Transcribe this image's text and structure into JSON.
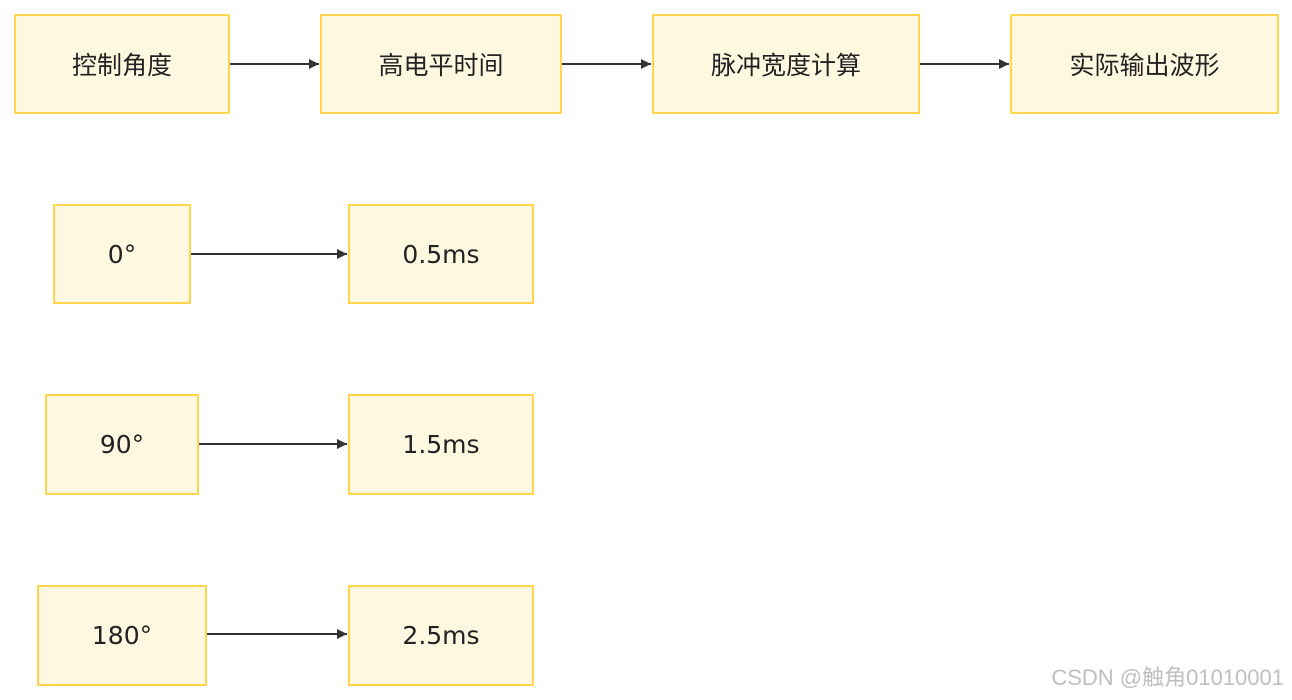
{
  "flow": {
    "nodes": {
      "angle": "控制角度",
      "high_time": "高电平时间",
      "pulse": "脉冲宽度计算",
      "output": "实际输出波形"
    }
  },
  "mappings": [
    {
      "angle": "0°",
      "pulse": "0.5ms"
    },
    {
      "angle": "90°",
      "pulse": "1.5ms"
    },
    {
      "angle": "180°",
      "pulse": "2.5ms"
    }
  ],
  "watermark": "CSDN @触角01010001",
  "colors": {
    "node_fill": "#fff8e1",
    "node_border": "#ffd54f",
    "edge": "#333333",
    "text": "#222222",
    "watermark": "#bfbfbf"
  }
}
